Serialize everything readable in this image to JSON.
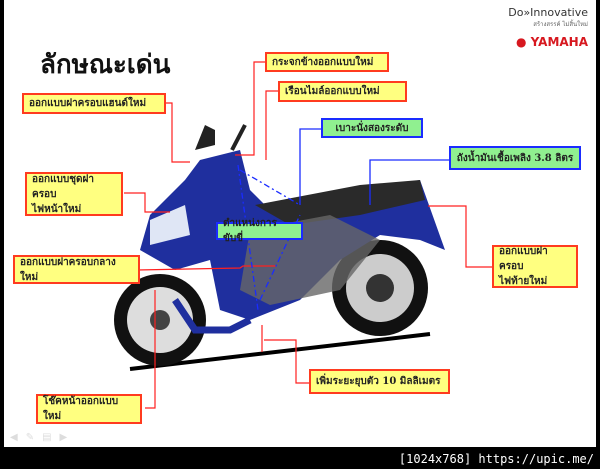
{
  "slide": {
    "title": "ลักษณะเด่น",
    "brand": {
      "tagline": "Do»Innovative",
      "tagline_sub": "สร้างสรรค์ ไม่สิ้นใหม่",
      "logo": "YAMAHA"
    },
    "labels": {
      "handle_cover": "ออกแบบฝาครอบแฮนด์ใหม่",
      "mirror": "กระจกข้างออกแบบใหม่",
      "meter": "เรือนไมล์ออกแบบใหม่",
      "seat": "เบาะนั่งสองระดับ",
      "fuel_tank": "ถังน้ำมันเชื้อเพลิง 3.8 ลิตร",
      "headlight_cover_1": "ออกแบบชุดฝาครอบ",
      "headlight_cover_2": "ไฟหน้าใหม่",
      "riding_position": "ตำแหน่งการขับขี่",
      "center_cover": "ออกแบบฝาครอบกลางใหม่",
      "taillight_cover_1": "ออกแบบฝาครอบ",
      "taillight_cover_2": "ไฟท้ายใหม่",
      "suspension": "เพิ่มระยะยุบตัว 10 มิลลิเมตร",
      "front_fork": "โช๊คหน้าออกแบบใหม่"
    },
    "colors": {
      "yellow_box": "#ffff80",
      "red_border": "#ff3b1f",
      "green_box": "#90f090",
      "blue_border": "#1a2cff",
      "bike_blue": "#1f2f9e"
    }
  },
  "footer": {
    "watermark": "[1024x768] https://upic.me/"
  }
}
